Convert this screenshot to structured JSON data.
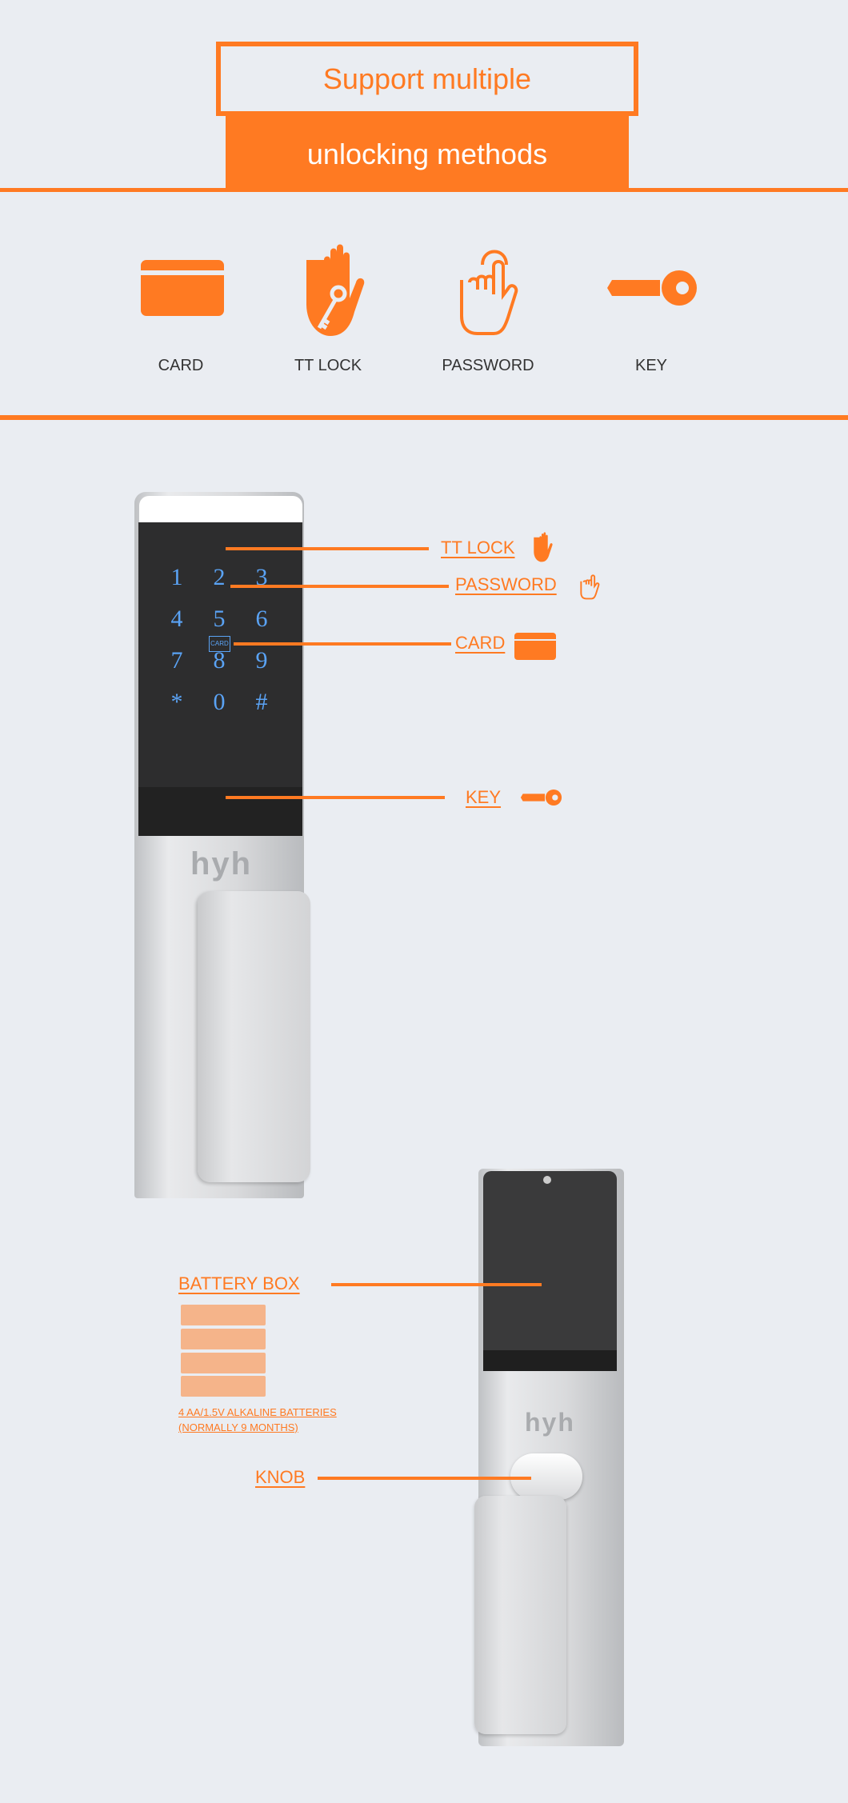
{
  "header": {
    "line1": "Support multiple",
    "line2": "unlocking methods"
  },
  "methods": [
    {
      "label": "CARD",
      "icon": "card-icon"
    },
    {
      "label": "TT LOCK",
      "icon": "hand-key-icon"
    },
    {
      "label": "PASSWORD",
      "icon": "touch-finger-icon"
    },
    {
      "label": "KEY",
      "icon": "key-icon"
    }
  ],
  "keypad": [
    "1",
    "2",
    "3",
    "4",
    "5",
    "6",
    "7",
    "8",
    "9",
    "*",
    "0",
    "#"
  ],
  "card_reader_label": "CARD",
  "brand_logo": "hyh",
  "callouts": {
    "ttlock": "TT LOCK",
    "password": "PASSWORD",
    "card": "CARD",
    "key": "KEY",
    "battery": "BATTERY BOX",
    "knob": "KNOB"
  },
  "battery_note": {
    "line1": "4 AA/1.5V ALKALINE BATTERIES",
    "line2": "(NORMALLY 9 MONTHS)"
  },
  "colors": {
    "accent": "#ff7a22",
    "battery": "#f5b48a",
    "keypad_digits": "#5aa3f5"
  }
}
